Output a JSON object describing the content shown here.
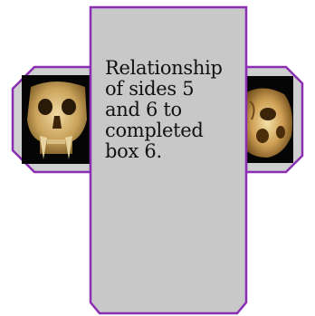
{
  "caption": {
    "lines": [
      "Relationship",
      "of sides 5",
      "and 6 to",
      "completed",
      "box 6."
    ]
  },
  "colors": {
    "outline": "#8a2fb3",
    "center_panel": "#c8c8c8",
    "side_frame": "#cfcfcf",
    "photo_background": "#050505",
    "skull_bone": "#d2ab66"
  },
  "images": {
    "left_panel": "skull-photo-front-view",
    "right_panel": "skull-photo-underside-view"
  }
}
